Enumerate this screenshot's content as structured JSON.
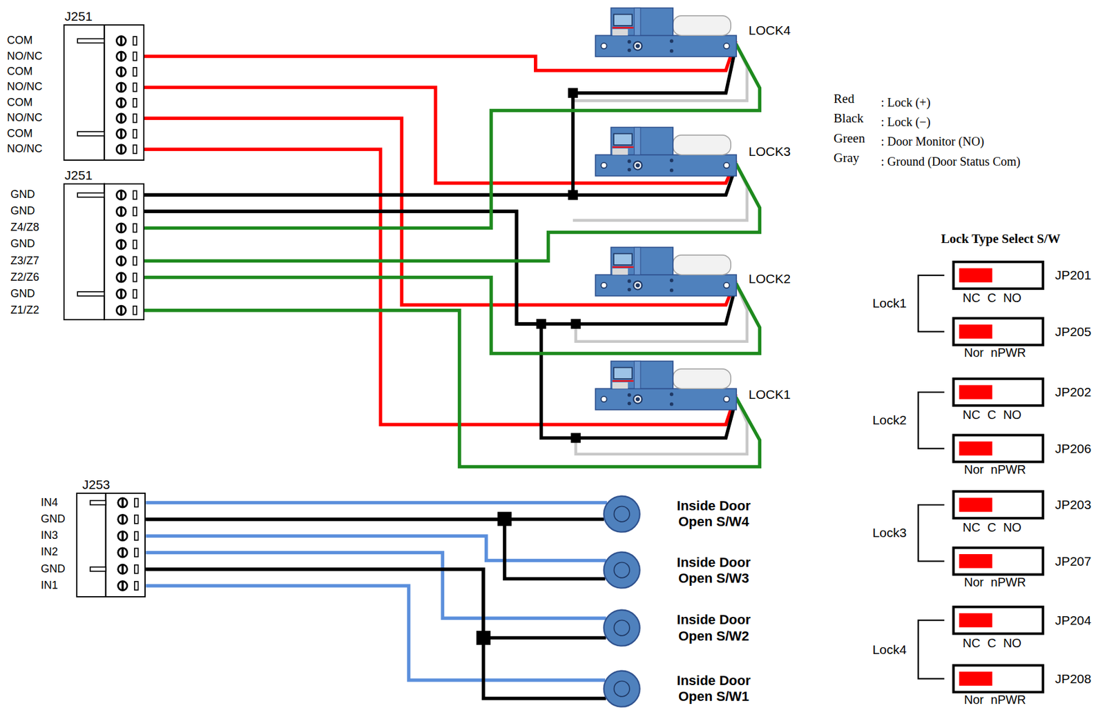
{
  "diagram": {
    "nodes": [
      {
        "text": [
          "J251"
        ]
      },
      {
        "text": [
          "J251"
        ]
      },
      {
        "text": [
          "LOCK4"
        ]
      },
      {
        "text": [
          "LOCK3"
        ]
      },
      {
        "text": [
          "LOCK2"
        ]
      },
      {
        "text": [
          "LOCK1"
        ]
      },
      {
        "text": [
          "J253"
        ]
      },
      {
        "text": [
          "Inside Door Open S/W4"
        ]
      },
      {
        "text": [
          "Inside Door Open S/W3"
        ]
      },
      {
        "text": [
          "Inside Door Open S/W2"
        ]
      },
      {
        "text": [
          "Inside Door Open S/W1"
        ]
      }
    ],
    "edges": [
      {
        "from": 0,
        "to": 2,
        "arrow": "none"
      },
      {
        "from": 0,
        "to": 3,
        "arrow": "none"
      },
      {
        "from": 0,
        "to": 4,
        "arrow": "none"
      },
      {
        "from": 0,
        "to": 5,
        "arrow": "none"
      },
      {
        "from": 1,
        "to": 2,
        "arrow": "none"
      },
      {
        "from": 1,
        "to": 3,
        "arrow": "none"
      },
      {
        "from": 1,
        "to": 4,
        "arrow": "none"
      },
      {
        "from": 1,
        "to": 5,
        "arrow": "none"
      },
      {
        "from": 1,
        "to": 2,
        "arrow": "none"
      },
      {
        "from": 1,
        "to": 3,
        "arrow": "none"
      },
      {
        "from": 1,
        "to": 4,
        "arrow": "none"
      },
      {
        "from": 1,
        "to": 5,
        "arrow": "none"
      },
      {
        "from": 6,
        "to": 7,
        "arrow": "none"
      },
      {
        "from": 6,
        "to": 7,
        "arrow": "none"
      },
      {
        "from": 6,
        "to": 8,
        "arrow": "none"
      },
      {
        "from": 6,
        "to": 8,
        "arrow": "none"
      },
      {
        "from": 6,
        "to": 9,
        "arrow": "none"
      },
      {
        "from": 6,
        "to": 9,
        "arrow": "none"
      },
      {
        "from": 6,
        "to": 10,
        "arrow": "none"
      },
      {
        "from": 6,
        "to": 10,
        "arrow": "none"
      }
    ],
    "labels": [
      "COM",
      "NO/NC",
      "COM",
      "NO/NC",
      "COM",
      "NO/NC",
      "COM",
      "NO/NC",
      "GND",
      "GND",
      "Z4/Z8",
      "GND",
      "Z3/Z7",
      "Z2/Z6",
      "GND",
      "Z1/Z2",
      "IN4",
      "GND",
      "IN3",
      "IN2",
      "GND",
      "IN1",
      "Red",
      ": Lock (+)",
      "Black",
      ": Lock (−)",
      "Green",
      ": Door Monitor (NO)",
      "Gray",
      ": Ground (Door Status Com)",
      "Lock Type Select S/W",
      "JP201",
      "NC C NO",
      "Lock1",
      "JP205",
      "Nor nPWR",
      "JP202",
      "NC C NO",
      "Lock2",
      "JP206",
      "Nor nPWR",
      "JP203",
      "NC C NO",
      "Lock3",
      "JP207",
      "Nor nPWR",
      "JP204",
      "NC C NO",
      "Lock4",
      "JP208",
      "Nor nPWR"
    ]
  }
}
